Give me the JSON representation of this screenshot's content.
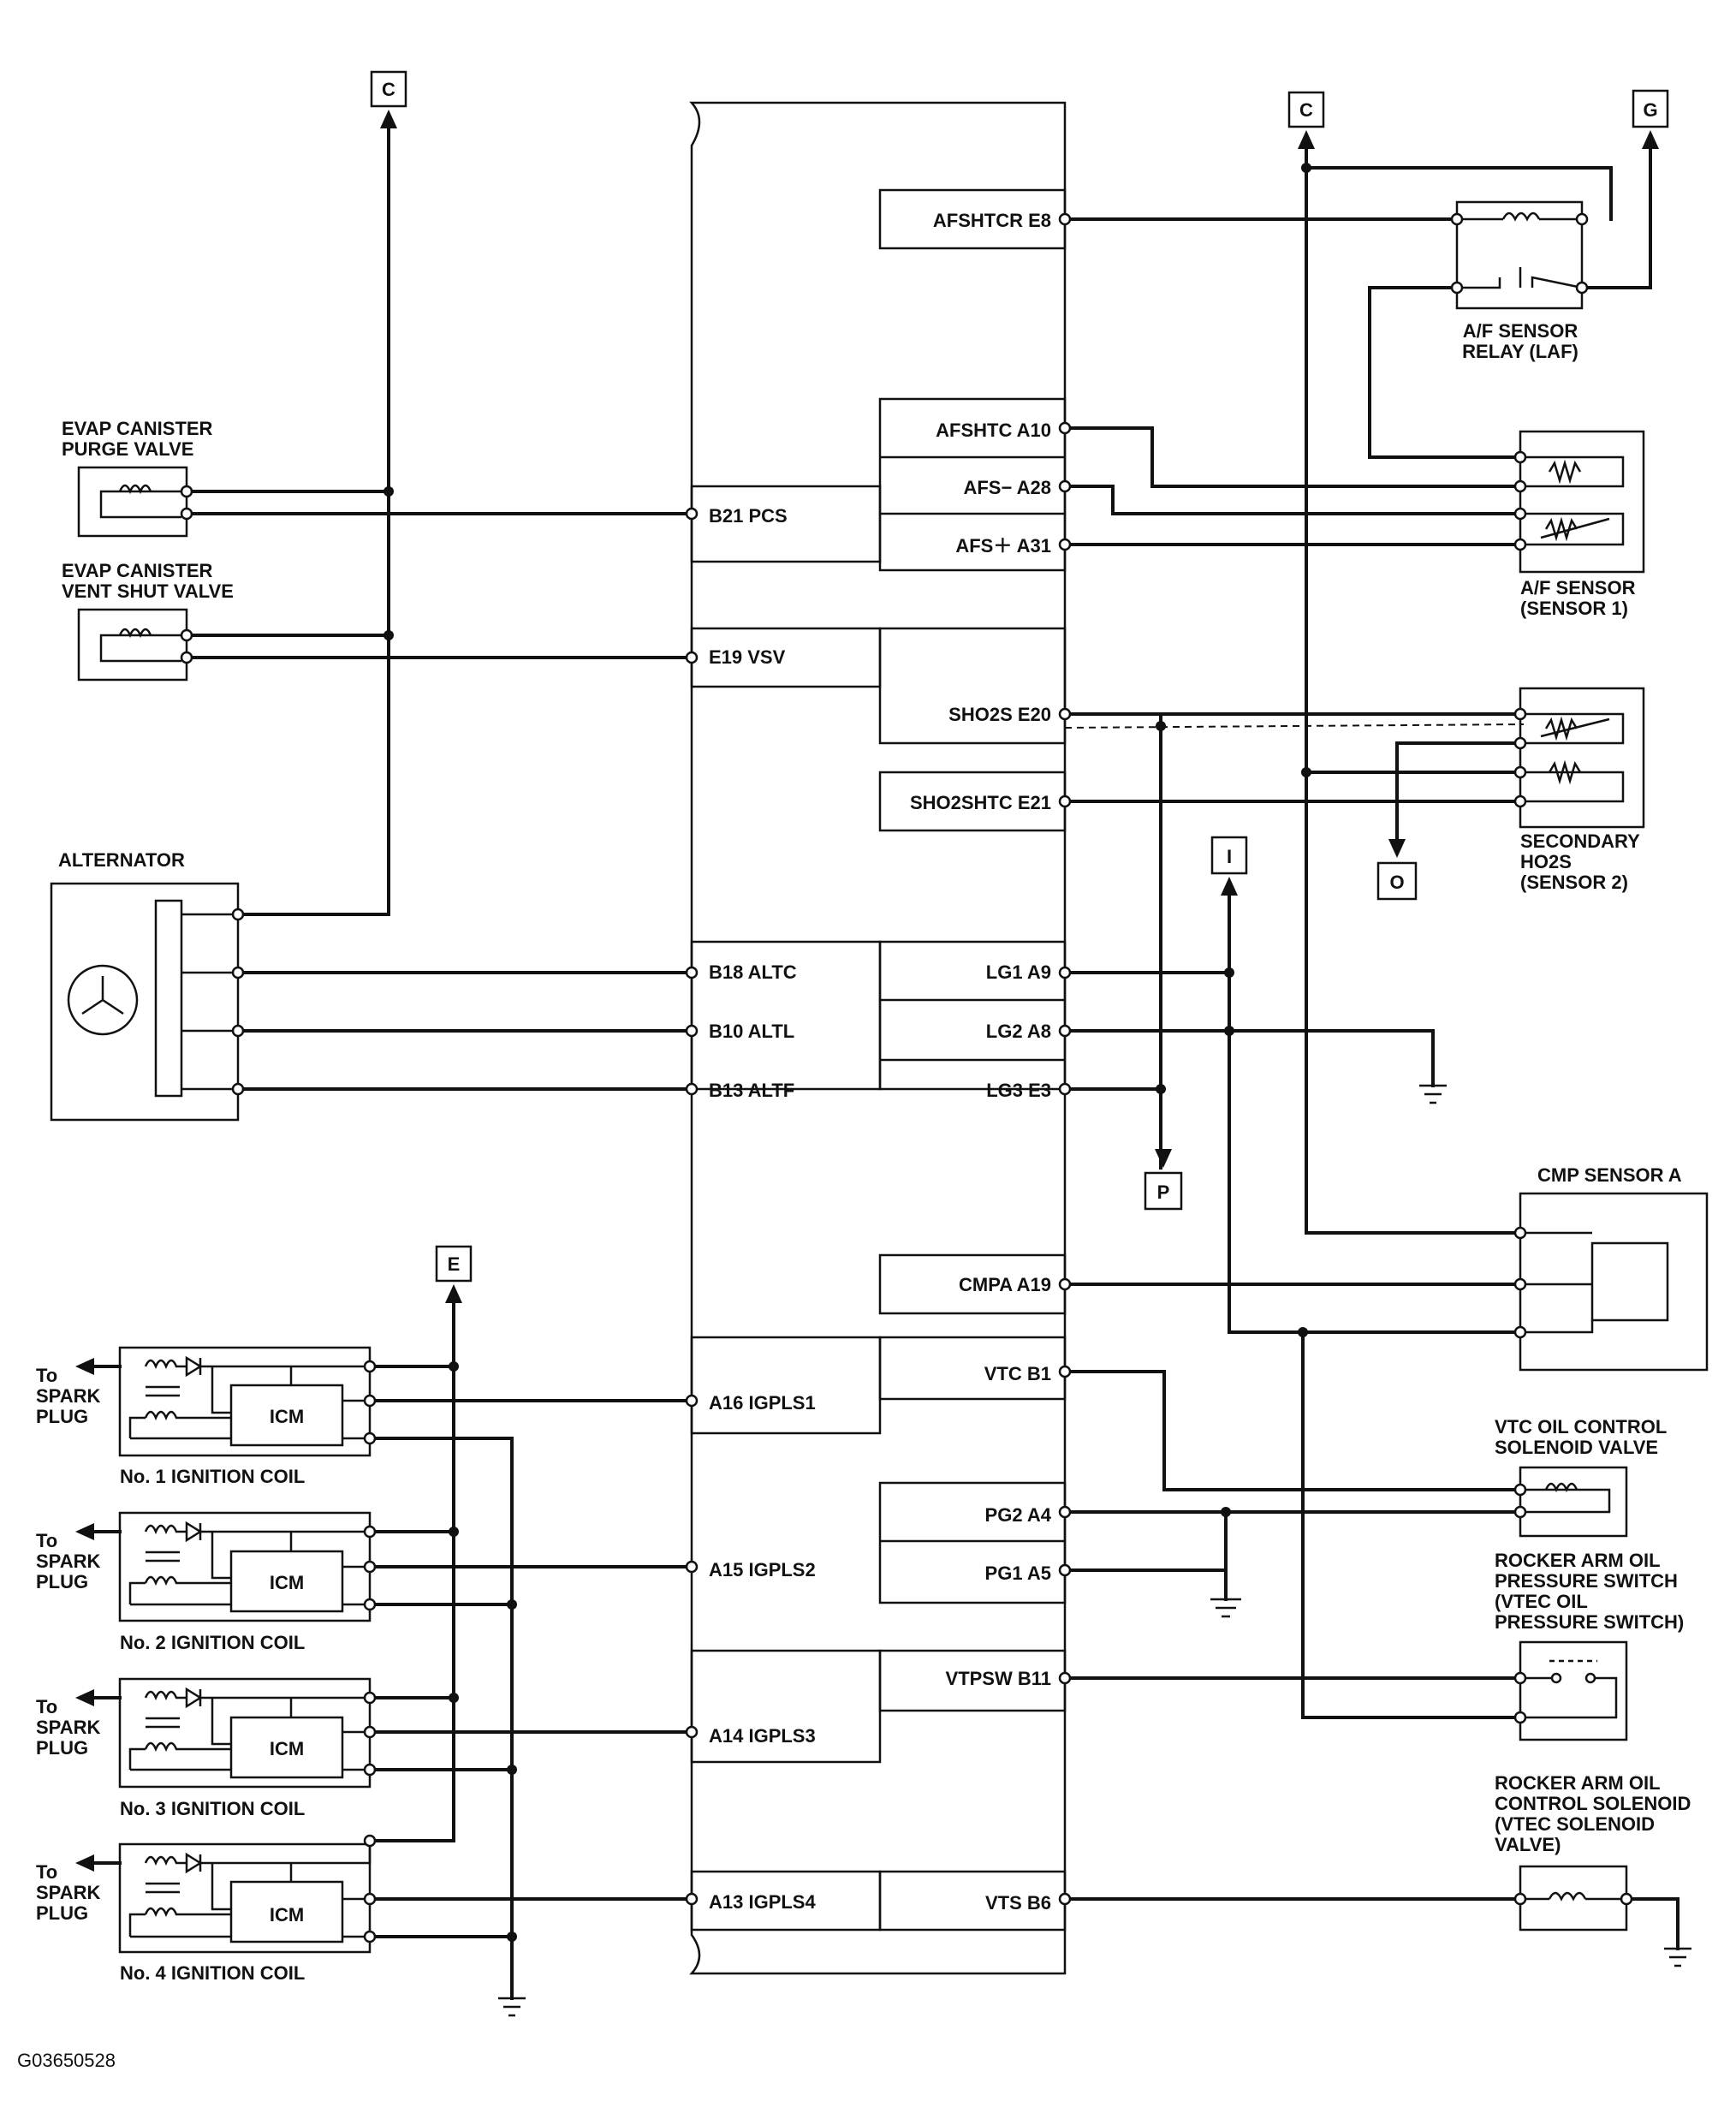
{
  "connectors": {
    "c_left": "C",
    "c_right": "C",
    "g": "G",
    "i": "I",
    "o": "O",
    "p": "P",
    "e": "E"
  },
  "components": {
    "evap_purge_1": "EVAP CANISTER",
    "evap_purge_2": "PURGE VALVE",
    "evap_vent_1": "EVAP CANISTER",
    "evap_vent_2": "VENT SHUT VALVE",
    "alternator": "ALTERNATOR",
    "af_relay_1": "A/F SENSOR",
    "af_relay_2": "RELAY (LAF)",
    "af_sensor_1": "A/F SENSOR",
    "af_sensor_2": "(SENSOR 1)",
    "ho2s_1": "SECONDARY",
    "ho2s_2": "HO2S",
    "ho2s_3": "(SENSOR 2)",
    "cmp_sensor": "CMP SENSOR A",
    "vtc_1": "VTC OIL CONTROL",
    "vtc_2": "SOLENOID VALVE",
    "rocker_sw_1": "ROCKER ARM OIL",
    "rocker_sw_2": "PRESSURE SWITCH",
    "rocker_sw_3": "(VTEC OIL",
    "rocker_sw_4": "PRESSURE SWITCH)",
    "rocker_sol_1": "ROCKER ARM OIL",
    "rocker_sol_2": "CONTROL SOLENOID",
    "rocker_sol_3": "(VTEC SOLENOID",
    "rocker_sol_4": "VALVE)",
    "to_label": "To",
    "spark_label": "SPARK",
    "plug_label": "PLUG",
    "icm": "ICM",
    "coil_1": "No. 1 IGNITION COIL",
    "coil_2": "No. 2 IGNITION COIL",
    "coil_3": "No. 3 IGNITION COIL",
    "coil_4": "No. 4 IGNITION COIL"
  },
  "pins_left": {
    "b21": "B21 PCS",
    "e19": "E19 VSV",
    "b18": "B18 ALTC",
    "b10": "B10 ALTL",
    "b13": "B13 ALTF",
    "a16": "A16 IGPLS1",
    "a15": "A15 IGPLS2",
    "a14": "A14 IGPLS3",
    "a13": "A13 IGPLS4"
  },
  "pins_right": {
    "e8": "AFSHTCR E8",
    "a10": "AFSHTC A10",
    "a28": "AFS− A28",
    "a31": "AFS＋ A31",
    "e20": "SHO2S E20",
    "e21": "SHO2SHTC E21",
    "a9": "LG1 A9",
    "a8": "LG2 A8",
    "e3": "LG3 E3",
    "a19": "CMPA A19",
    "b1": "VTC B1",
    "a4": "PG2 A4",
    "a5": "PG1 A5",
    "b11": "VTPSW B11",
    "b6": "VTS B6"
  },
  "figure_code": "G03650528"
}
